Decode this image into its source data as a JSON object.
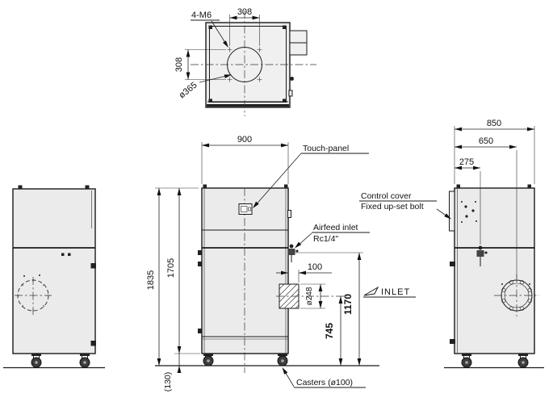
{
  "colors": {
    "background": "#ffffff",
    "line": "#1a1a1a",
    "panel_fill": "#ebebeb"
  },
  "top_view": {
    "bolt_label": "4-M6",
    "hole_pitch_x": "308",
    "hole_pitch_y": "308",
    "flange_diameter": "ø365"
  },
  "front_view": {
    "width": "900",
    "touch_panel_label": "Touch-panel",
    "airfeed_label_line1": "Airfeed inlet",
    "airfeed_label_line2": "Rc1/4\"",
    "inlet_protrusion": "100",
    "inlet_diameter": "ø248",
    "inlet_center_height": "745",
    "airfeed_height": "1170",
    "inlet_flow_label": "INLET",
    "overall_height": "1835",
    "body_height": "1705",
    "caster_clearance": "(130)",
    "casters_label": "Casters (ø100)"
  },
  "side_view": {
    "depth": "850",
    "inlet_center_offset": "650",
    "airfeed_offset": "275",
    "control_cover_line1": "Control cover",
    "control_cover_line2": "Fixed up-set bolt"
  }
}
